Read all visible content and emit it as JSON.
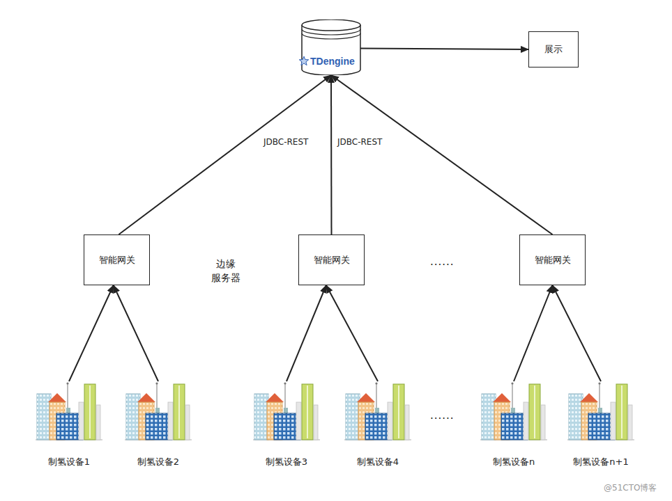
{
  "diagram": {
    "nodes": [
      {
        "text": [
          "TDengine"
        ]
      },
      {
        "text": [
          "展示"
        ]
      },
      {
        "text": [
          "智能网关"
        ]
      },
      {
        "text": [
          "智能网关"
        ]
      },
      {
        "text": [
          "智能网关"
        ]
      },
      {
        "text": [
          "制氢设备1"
        ]
      },
      {
        "text": [
          "制氢设备2"
        ]
      },
      {
        "text": [
          "制氢设备3"
        ]
      },
      {
        "text": [
          "制氢设备4"
        ]
      },
      {
        "text": [
          "制氢设备n"
        ]
      },
      {
        "text": [
          "制氢设备n+1"
        ]
      }
    ],
    "edges": [
      {
        "from": 0,
        "to": 1,
        "arrow": "to"
      },
      {
        "from": 2,
        "to": 0,
        "arrow": "to",
        "label": "JDBC-REST"
      },
      {
        "from": 3,
        "to": 0,
        "arrow": "to",
        "label": "JDBC-REST"
      },
      {
        "from": 4,
        "to": 0,
        "arrow": "to"
      },
      {
        "from": 5,
        "to": 2,
        "arrow": "to"
      },
      {
        "from": 6,
        "to": 2,
        "arrow": "to"
      },
      {
        "from": 7,
        "to": 3,
        "arrow": "to"
      },
      {
        "from": 8,
        "to": 3,
        "arrow": "to"
      },
      {
        "from": 9,
        "to": 4,
        "arrow": "to"
      },
      {
        "from": 10,
        "to": 4,
        "arrow": "to"
      }
    ],
    "labels": [
      "边缘 服务器",
      "......",
      "......",
      "@51CTO博客"
    ]
  }
}
